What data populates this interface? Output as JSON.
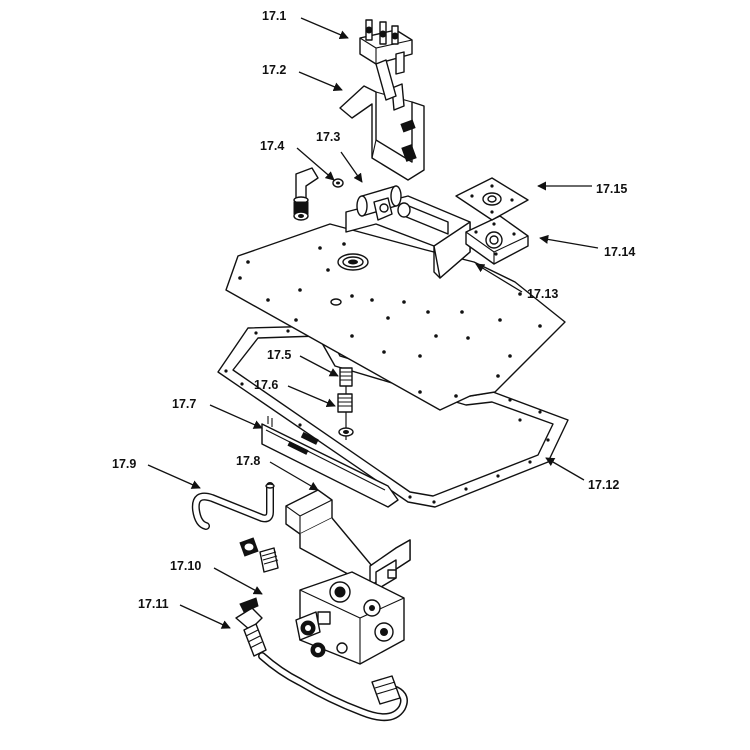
{
  "diagram": {
    "callouts": [
      {
        "id": "17.1",
        "text": "17.1"
      },
      {
        "id": "17.2",
        "text": "17.2"
      },
      {
        "id": "17.3",
        "text": "17.3"
      },
      {
        "id": "17.4",
        "text": "17.4"
      },
      {
        "id": "17.5",
        "text": "17.5"
      },
      {
        "id": "17.6",
        "text": "17.6"
      },
      {
        "id": "17.7",
        "text": "17.7"
      },
      {
        "id": "17.8",
        "text": "17.8"
      },
      {
        "id": "17.9",
        "text": "17.9"
      },
      {
        "id": "17.10",
        "text": "17.10"
      },
      {
        "id": "17.11",
        "text": "17.11"
      },
      {
        "id": "17.12",
        "text": "17.12"
      },
      {
        "id": "17.13",
        "text": "17.13"
      },
      {
        "id": "17.14",
        "text": "17.14"
      },
      {
        "id": "17.15",
        "text": "17.15"
      }
    ],
    "colors": {
      "ink": "#111111",
      "paper": "#ffffff"
    }
  }
}
